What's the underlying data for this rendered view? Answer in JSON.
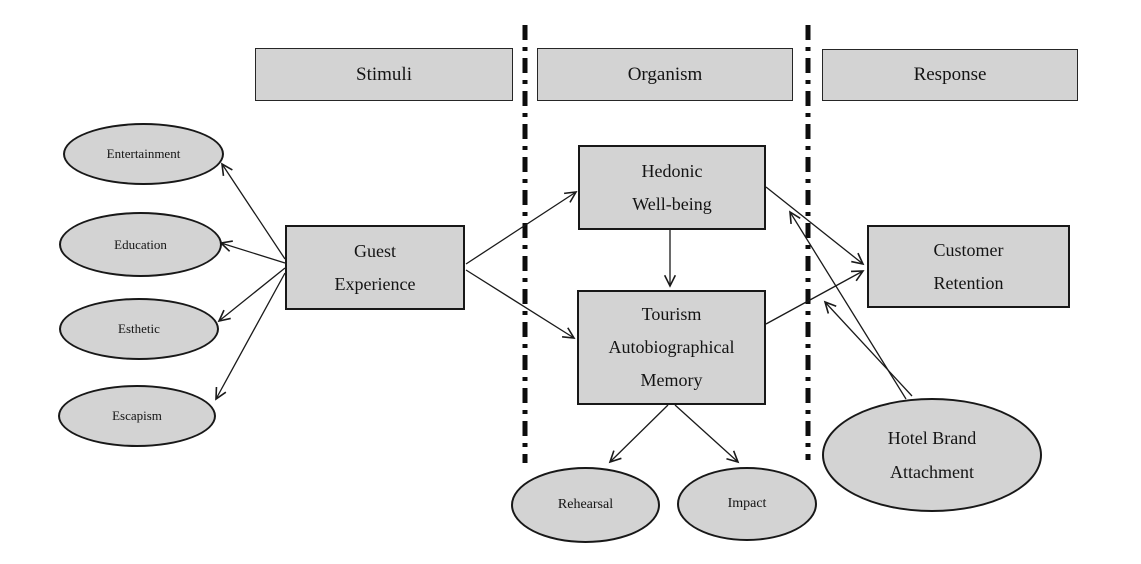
{
  "diagram": {
    "title": "Stimulus-Organism-Response conceptual model",
    "colors": {
      "node_fill": "#d3d3d3",
      "node_border": "#181818",
      "line": "#1a1a1a",
      "background": "#ffffff"
    },
    "headers": [
      {
        "id": "stimuli",
        "label": "Stimuli"
      },
      {
        "id": "organism",
        "label": "Organism"
      },
      {
        "id": "response",
        "label": "Response"
      }
    ],
    "nodes": {
      "entertainment": {
        "shape": "ellipse",
        "lines": [
          "Entertainment"
        ]
      },
      "education": {
        "shape": "ellipse",
        "lines": [
          "Education"
        ]
      },
      "esthetic": {
        "shape": "ellipse",
        "lines": [
          "Esthetic"
        ]
      },
      "escapism": {
        "shape": "ellipse",
        "lines": [
          "Escapism"
        ]
      },
      "guest_experience": {
        "shape": "rect",
        "lines": [
          "Guest",
          "Experience"
        ]
      },
      "hedonic_well_being": {
        "shape": "rect",
        "lines": [
          "Hedonic",
          "Well-being"
        ]
      },
      "tourism_autobiographical_memory": {
        "shape": "rect",
        "lines": [
          "Tourism",
          "Autobiographical",
          "Memory"
        ]
      },
      "customer_retention": {
        "shape": "rect",
        "lines": [
          "Customer",
          "Retention"
        ]
      },
      "hotel_brand_attachment": {
        "shape": "ellipse",
        "lines": [
          "Hotel Brand",
          "Attachment"
        ]
      },
      "rehearsal": {
        "shape": "ellipse",
        "lines": [
          "Rehearsal"
        ]
      },
      "impact": {
        "shape": "ellipse",
        "lines": [
          "Impact"
        ]
      }
    },
    "edges": [
      {
        "from": "guest_experience",
        "to": "entertainment",
        "type": "direct"
      },
      {
        "from": "guest_experience",
        "to": "education",
        "type": "direct"
      },
      {
        "from": "guest_experience",
        "to": "esthetic",
        "type": "direct"
      },
      {
        "from": "guest_experience",
        "to": "escapism",
        "type": "direct"
      },
      {
        "from": "guest_experience",
        "to": "hedonic_well_being",
        "type": "direct"
      },
      {
        "from": "guest_experience",
        "to": "tourism_autobiographical_memory",
        "type": "direct"
      },
      {
        "from": "hedonic_well_being",
        "to": "tourism_autobiographical_memory",
        "type": "direct"
      },
      {
        "from": "hedonic_well_being",
        "to": "customer_retention",
        "type": "direct"
      },
      {
        "from": "tourism_autobiographical_memory",
        "to": "customer_retention",
        "type": "direct"
      },
      {
        "from": "tourism_autobiographical_memory",
        "to": "rehearsal",
        "type": "direct"
      },
      {
        "from": "tourism_autobiographical_memory",
        "to": "impact",
        "type": "direct"
      },
      {
        "from": "hotel_brand_attachment",
        "to": "hedonic_well_being->customer_retention",
        "type": "moderation"
      },
      {
        "from": "hotel_brand_attachment",
        "to": "tourism_autobiographical_memory->customer_retention",
        "type": "moderation"
      }
    ],
    "dividers": [
      {
        "id": "stimuli-organism"
      },
      {
        "id": "organism-response"
      }
    ]
  }
}
